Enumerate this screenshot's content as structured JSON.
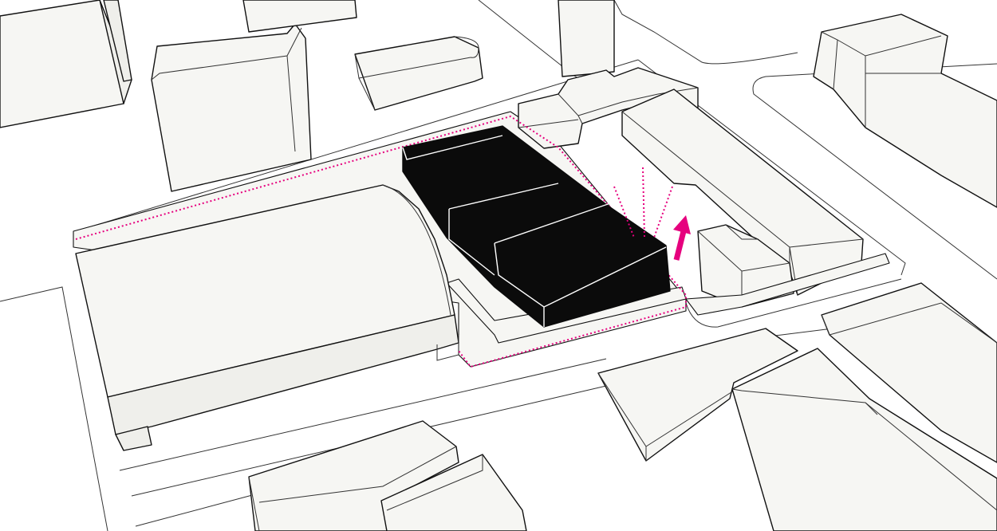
{
  "colors": {
    "background": "#ffffff",
    "context_fill": "#f6f6f3",
    "context_stroke": "#111111",
    "proposal_fill": "#0b0b0b",
    "highlight": "#e6007e"
  },
  "elements": {
    "site_boundary": "dotted-magenta-outline",
    "proposed_building": "black-massing-three-volumes",
    "view_rays": "dotted-magenta-rays",
    "direction_arrow": "magenta-up-arrow"
  }
}
